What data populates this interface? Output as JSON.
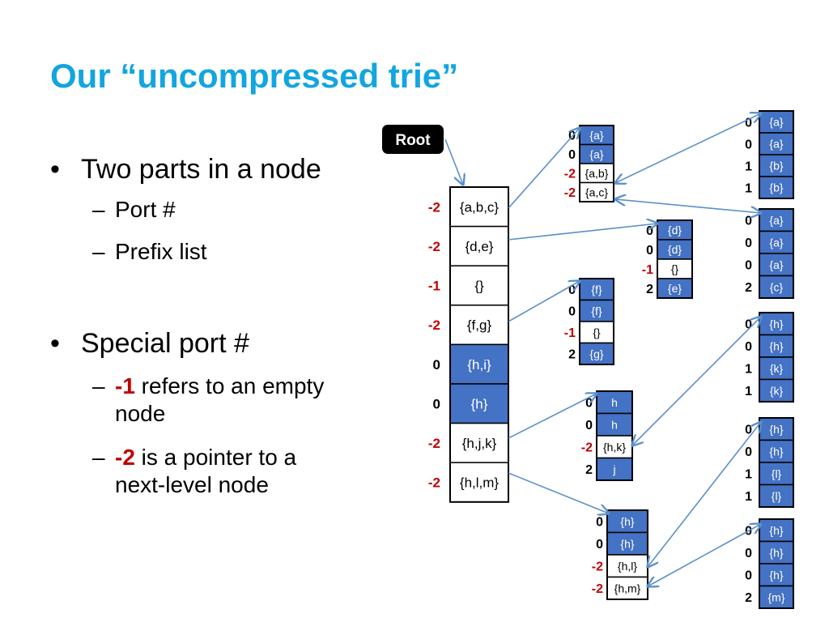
{
  "title": "Our “uncompressed trie”",
  "bullets": {
    "b1": "Two parts in a node",
    "b1_sub1": "Port #",
    "b1_sub2": "Prefix list",
    "b2": "Special port #",
    "b2_sub1_num": "-1",
    "b2_sub1_text": " refers to an empty",
    "b2_sub1_cont": "node",
    "b2_sub2_num": "-2",
    "b2_sub2_text": " is a pointer to a",
    "b2_sub2_cont": "next-level node"
  },
  "root_label": "Root",
  "colors": {
    "title": "#12a5e0",
    "negative": "#c00000",
    "cell_blue": "#4472c4",
    "arrow": "#5b8fc9"
  },
  "root_node": {
    "rows": [
      {
        "port": "-2",
        "prefix": "{a,b,c}",
        "blue": false
      },
      {
        "port": "-2",
        "prefix": "{d,e}",
        "blue": false
      },
      {
        "port": "-1",
        "prefix": "{}",
        "blue": false
      },
      {
        "port": "-2",
        "prefix": "{f,g}",
        "blue": false
      },
      {
        "port": "0",
        "prefix": "{h,i}",
        "blue": true
      },
      {
        "port": "0",
        "prefix": "{h}",
        "blue": true
      },
      {
        "port": "-2",
        "prefix": "{h,j,k}",
        "blue": false
      },
      {
        "port": "-2",
        "prefix": "{h,l,m}",
        "blue": false
      }
    ]
  },
  "level2_nodes": [
    {
      "id": "abc",
      "rows": [
        {
          "port": "0",
          "prefix": "{a}",
          "blue": true
        },
        {
          "port": "0",
          "prefix": "{a}",
          "blue": true
        },
        {
          "port": "-2",
          "prefix": "{a,b}",
          "blue": false
        },
        {
          "port": "-2",
          "prefix": "{a,c}",
          "blue": false
        }
      ]
    },
    {
      "id": "de",
      "rows": [
        {
          "port": "0",
          "prefix": "{d}",
          "blue": true
        },
        {
          "port": "0",
          "prefix": "{d}",
          "blue": true
        },
        {
          "port": "-1",
          "prefix": "{}",
          "blue": false
        },
        {
          "port": "2",
          "prefix": "{e}",
          "blue": true
        }
      ]
    },
    {
      "id": "fg",
      "rows": [
        {
          "port": "0",
          "prefix": "{f}",
          "blue": true
        },
        {
          "port": "0",
          "prefix": "{f}",
          "blue": true
        },
        {
          "port": "-1",
          "prefix": "{}",
          "blue": false
        },
        {
          "port": "2",
          "prefix": "{g}",
          "blue": true
        }
      ]
    },
    {
      "id": "hjk",
      "rows": [
        {
          "port": "0",
          "prefix": "h",
          "blue": true
        },
        {
          "port": "0",
          "prefix": "h",
          "blue": true
        },
        {
          "port": "-2",
          "prefix": "{h,k}",
          "blue": false
        },
        {
          "port": "2",
          "prefix": "j",
          "blue": true
        }
      ]
    },
    {
      "id": "hlm",
      "rows": [
        {
          "port": "0",
          "prefix": "{h}",
          "blue": true
        },
        {
          "port": "0",
          "prefix": "{h}",
          "blue": true
        },
        {
          "port": "-2",
          "prefix": "{h,l}",
          "blue": false
        },
        {
          "port": "-2",
          "prefix": "{h,m}",
          "blue": false
        }
      ]
    }
  ],
  "level3_nodes": [
    {
      "id": "ab",
      "rows": [
        {
          "port": "0",
          "prefix": "{a}",
          "blue": true
        },
        {
          "port": "0",
          "prefix": "{a}",
          "blue": true
        },
        {
          "port": "1",
          "prefix": "{b}",
          "blue": true
        },
        {
          "port": "1",
          "prefix": "{b}",
          "blue": true
        }
      ]
    },
    {
      "id": "ac",
      "rows": [
        {
          "port": "0",
          "prefix": "{a}",
          "blue": true
        },
        {
          "port": "0",
          "prefix": "{a}",
          "blue": true
        },
        {
          "port": "0",
          "prefix": "{a}",
          "blue": true
        },
        {
          "port": "2",
          "prefix": "{c}",
          "blue": true
        }
      ]
    },
    {
      "id": "hk",
      "rows": [
        {
          "port": "0",
          "prefix": "{h}",
          "blue": true
        },
        {
          "port": "0",
          "prefix": "{h}",
          "blue": true
        },
        {
          "port": "1",
          "prefix": "{k}",
          "blue": true
        },
        {
          "port": "1",
          "prefix": "{k}",
          "blue": true
        }
      ]
    },
    {
      "id": "hl",
      "rows": [
        {
          "port": "0",
          "prefix": "{h}",
          "blue": true
        },
        {
          "port": "0",
          "prefix": "{h}",
          "blue": true
        },
        {
          "port": "1",
          "prefix": "{l}",
          "blue": true
        },
        {
          "port": "1",
          "prefix": "{l}",
          "blue": true
        }
      ]
    },
    {
      "id": "hm",
      "rows": [
        {
          "port": "0",
          "prefix": "{h}",
          "blue": true
        },
        {
          "port": "0",
          "prefix": "{h}",
          "blue": true
        },
        {
          "port": "0",
          "prefix": "{h}",
          "blue": true
        },
        {
          "port": "2",
          "prefix": "{m}",
          "blue": true
        }
      ]
    }
  ]
}
